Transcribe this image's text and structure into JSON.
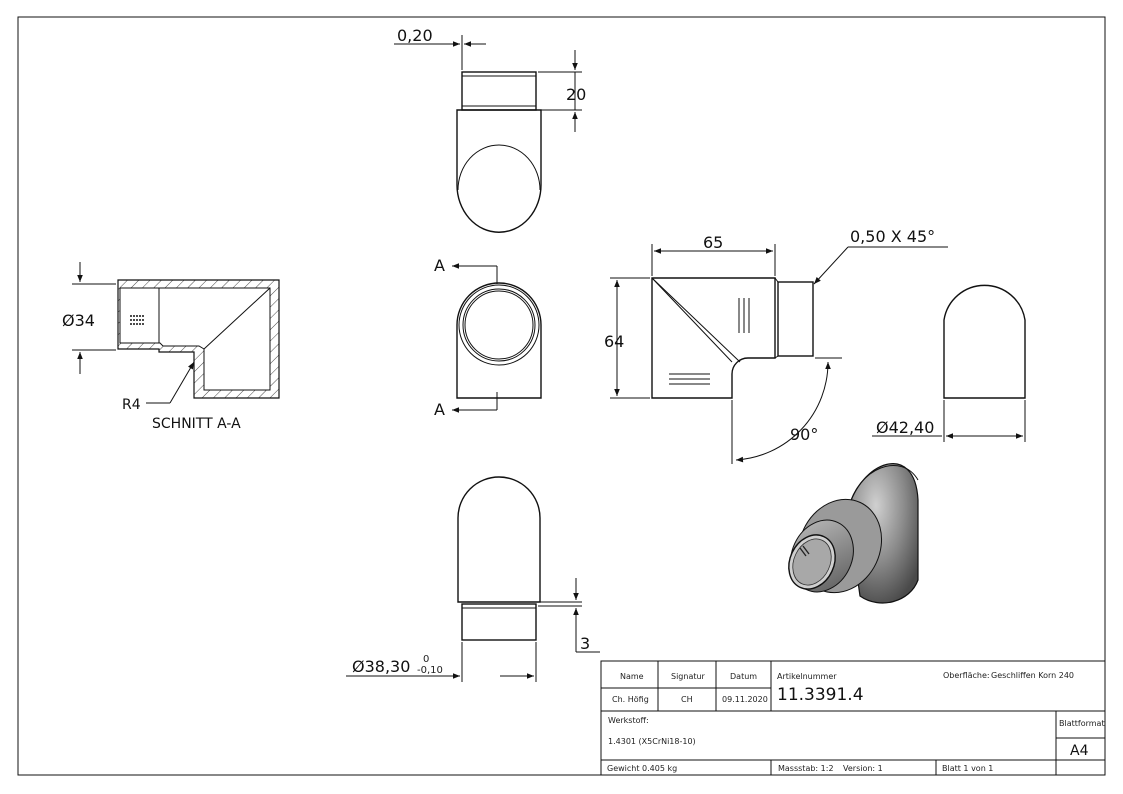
{
  "dimensions": {
    "wall_offset": "0,20",
    "top_height": "20",
    "length": "65",
    "chamfer": "0,50 X 45°",
    "height": "64",
    "angle": "90°",
    "outer_diameter": "Ø42,40",
    "section_diameter": "Ø34",
    "radius": "R4",
    "sleeve_diameter": "Ø38,30",
    "tolerance_upper": "0",
    "tolerance_lower": "-0,10",
    "sleeve_length": "3"
  },
  "labels": {
    "section_title": "SCHNITT A-A",
    "cut_a": "A",
    "cut_b": "A"
  },
  "title_block": {
    "header_name": "Name",
    "header_signature": "Signatur",
    "header_date": "Datum",
    "name": "Ch. Höfig",
    "signature": "CH",
    "date": "09.11.2020",
    "article_label": "Artikelnummer",
    "article_number": "11.3391.4",
    "surface_label": "Oberfläche:",
    "surface_value": "Geschliffen Korn 240",
    "material_label": "Werkstoff:",
    "material_value": "1.4301 (X5CrNi18-10)",
    "format_label": "Blattformat",
    "format_value": "A4",
    "weight": "Gewicht 0.405 kg",
    "scale": "Massstab: 1:2",
    "version": "Version: 1",
    "sheet": "Blatt 1 von 1"
  }
}
